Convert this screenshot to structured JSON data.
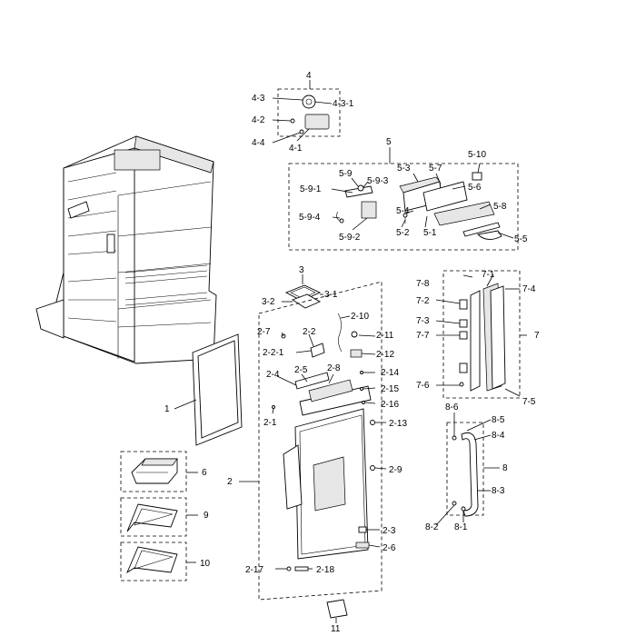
{
  "labels": {
    "l4": "4",
    "l4_3": "4-3",
    "l4_3_1": "4-3-1",
    "l4_2": "4-2",
    "l4_4": "4-4",
    "l4_1": "4-1",
    "l5": "5",
    "l5_10": "5-10",
    "l5_3": "5-3",
    "l5_7": "5-7",
    "l5_9": "5-9",
    "l5_9_3": "5-9-3",
    "l5_9_1": "5-9-1",
    "l5_6": "5-6",
    "l5_4": "5-4",
    "l5_8": "5-8",
    "l5_9_4": "5-9-4",
    "l5_2": "5-2",
    "l5_1": "5-1",
    "l5_9_2": "5-9-2",
    "l5_5": "5-5",
    "l3": "3",
    "l3_1": "3-1",
    "l3_2": "3-2",
    "l7_8": "7-8",
    "l7_1": "7-1",
    "l7_4": "7-4",
    "l7_2": "7-2",
    "l7_3": "7-3",
    "l7_7": "7-7",
    "l7": "7",
    "l7_6": "7-6",
    "l7_5": "7-5",
    "l2_10": "2-10",
    "l2_7": "2-7",
    "l2_2": "2-2",
    "l2_11": "2-11",
    "l2_2_1": "2-2-1",
    "l2_12": "2-12",
    "l2_5": "2-5",
    "l2_8": "2-8",
    "l2_4": "2-4",
    "l2_14": "2-14",
    "l2_15": "2-15",
    "l2_16": "2-16",
    "l2_1": "2-1",
    "l2_13": "2-13",
    "l2_9": "2-9",
    "l2": "2",
    "l2_3": "2-3",
    "l2_6": "2-6",
    "l2_17": "2-17",
    "l2_18": "2-18",
    "l1": "1",
    "l8_6": "8-6",
    "l8_5": "8-5",
    "l8_4": "8-4",
    "l8": "8",
    "l8_3": "8-3",
    "l8_2": "8-2",
    "l8_1": "8-1",
    "l6": "6",
    "l9": "9",
    "l10": "10",
    "l11": "11"
  }
}
